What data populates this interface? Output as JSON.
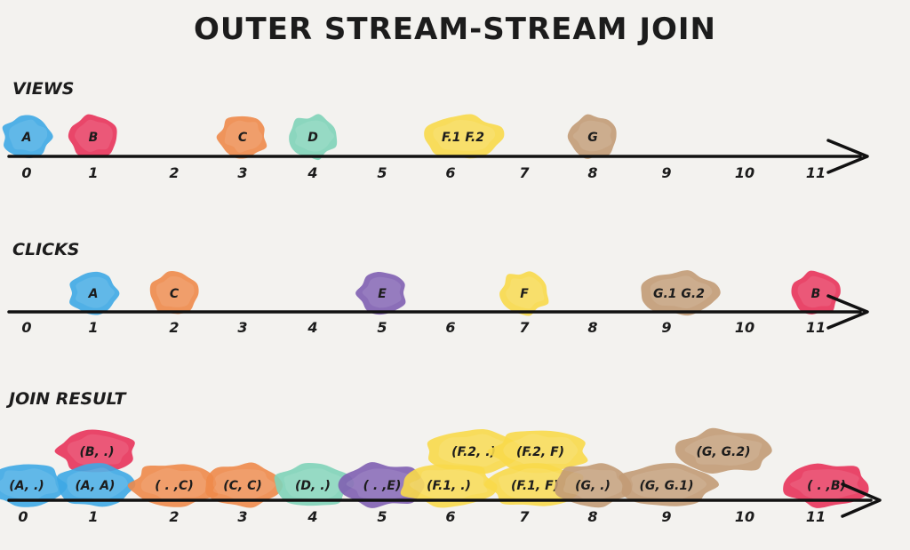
{
  "title": "OUTER STREAM-STREAM JOIN",
  "colors": {
    "blue": "#3ea9e4",
    "red": "#e8335a",
    "orange": "#ee8a4a",
    "teal": "#7fd3b8",
    "yellow": "#f8d94a",
    "tan": "#c29b76",
    "purple": "#7f5fb1",
    "line": "#111111",
    "background": "#f3f2ef"
  },
  "streams": [
    {
      "id": "views",
      "label": "VIEWS",
      "ticks": [
        "0",
        "1",
        "2",
        "3",
        "4",
        "5",
        "6",
        "7",
        "8",
        "9",
        "10",
        "11"
      ],
      "events": [
        {
          "label": "A",
          "time": 0,
          "color": "blue"
        },
        {
          "label": "B",
          "time": 1,
          "color": "red"
        },
        {
          "label": "C",
          "time": 3,
          "color": "orange"
        },
        {
          "label": "D",
          "time": 4,
          "color": "teal"
        },
        {
          "label": "F.1   F.2",
          "time": 6,
          "color": "yellow",
          "wide": true
        },
        {
          "label": "G",
          "time": 8,
          "color": "tan"
        }
      ]
    },
    {
      "id": "clicks",
      "label": "CLICKS",
      "ticks": [
        "0",
        "1",
        "2",
        "3",
        "4",
        "5",
        "6",
        "7",
        "8",
        "9",
        "10",
        "11"
      ],
      "events": [
        {
          "label": "A",
          "time": 1,
          "color": "blue"
        },
        {
          "label": "C",
          "time": 2,
          "color": "orange"
        },
        {
          "label": "E",
          "time": 5,
          "color": "purple"
        },
        {
          "label": "F",
          "time": 7,
          "color": "yellow"
        },
        {
          "label": "G.1   G.2",
          "time": 9,
          "color": "tan",
          "wide": true
        },
        {
          "label": "B",
          "time": 11,
          "color": "red"
        }
      ]
    },
    {
      "id": "join",
      "label": "JOIN RESULT",
      "ticks": [
        "0",
        "1",
        "2",
        "3",
        "4",
        "5",
        "6",
        "7",
        "8",
        "9",
        "10",
        "11"
      ],
      "events": [
        {
          "label": "(A, .)",
          "time": 0,
          "color": "blue"
        },
        {
          "label": "(A, A)",
          "time": 1,
          "color": "blue"
        },
        {
          "label": "(B, .)",
          "time": 1,
          "color": "red",
          "stack": 1
        },
        {
          "label": "( . ,C)",
          "time": 2,
          "color": "orange"
        },
        {
          "label": "(C, C)",
          "time": 3,
          "color": "orange"
        },
        {
          "label": "(D, .)",
          "time": 4,
          "color": "teal"
        },
        {
          "label": "( . ,E)",
          "time": 5,
          "color": "purple"
        },
        {
          "label": "(F.1, .)",
          "time": 6,
          "color": "yellow"
        },
        {
          "label": "(F.2, .)",
          "time": 6,
          "color": "yellow",
          "stack": 1
        },
        {
          "label": "(F.1, F)",
          "time": 7,
          "color": "yellow"
        },
        {
          "label": "(F.2, F)",
          "time": 7,
          "color": "yellow",
          "stack": 1
        },
        {
          "label": "(G, .)",
          "time": 8,
          "color": "tan"
        },
        {
          "label": "(G, G.1)",
          "time": 9,
          "color": "tan"
        },
        {
          "label": "(G, G.2)",
          "time": 9,
          "color": "tan",
          "stack": 1
        },
        {
          "label": "( . ,B)",
          "time": 11,
          "color": "red"
        }
      ]
    }
  ]
}
